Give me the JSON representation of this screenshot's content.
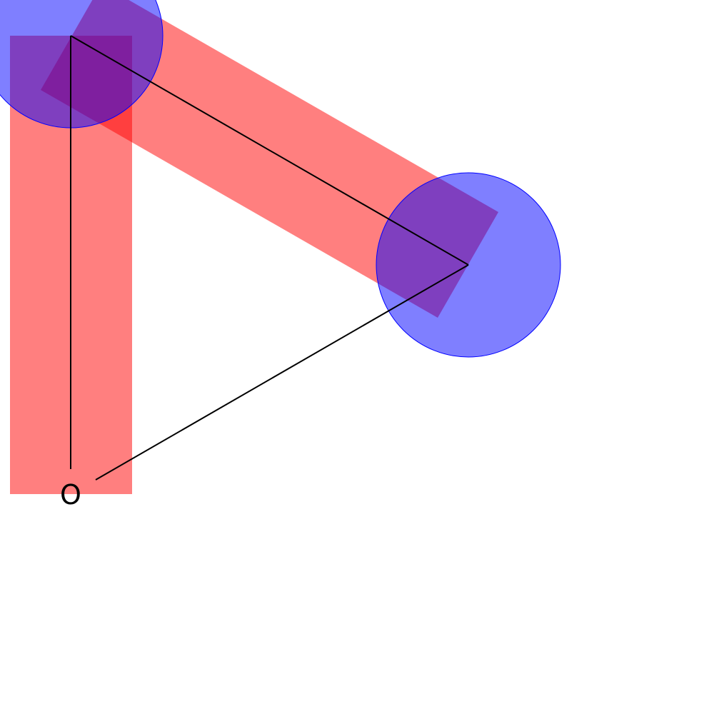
{
  "labels": {
    "origin": "O"
  },
  "colors": {
    "background": "#ffffff",
    "bar_fill": "#ff0000",
    "joint_fill": "#0000ff",
    "joint_stroke": "#0000ff",
    "line_stroke": "#000000"
  },
  "opacity": {
    "bar": 0.5,
    "joint": 0.5
  }
}
